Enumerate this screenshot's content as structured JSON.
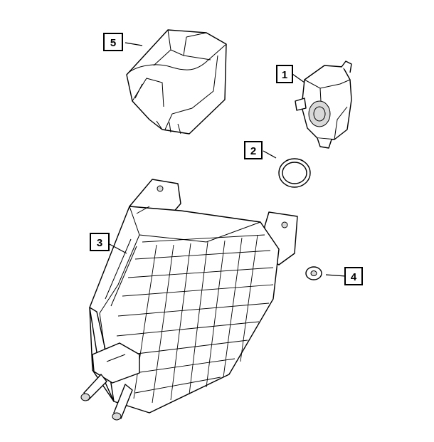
{
  "diagram": {
    "callouts": [
      {
        "label": "1"
      },
      {
        "label": "2"
      },
      {
        "label": "3"
      },
      {
        "label": "4"
      },
      {
        "label": "5"
      }
    ],
    "colors": {
      "line": "#000000",
      "background": "#ffffff",
      "shade": "#d9d9d9"
    }
  }
}
